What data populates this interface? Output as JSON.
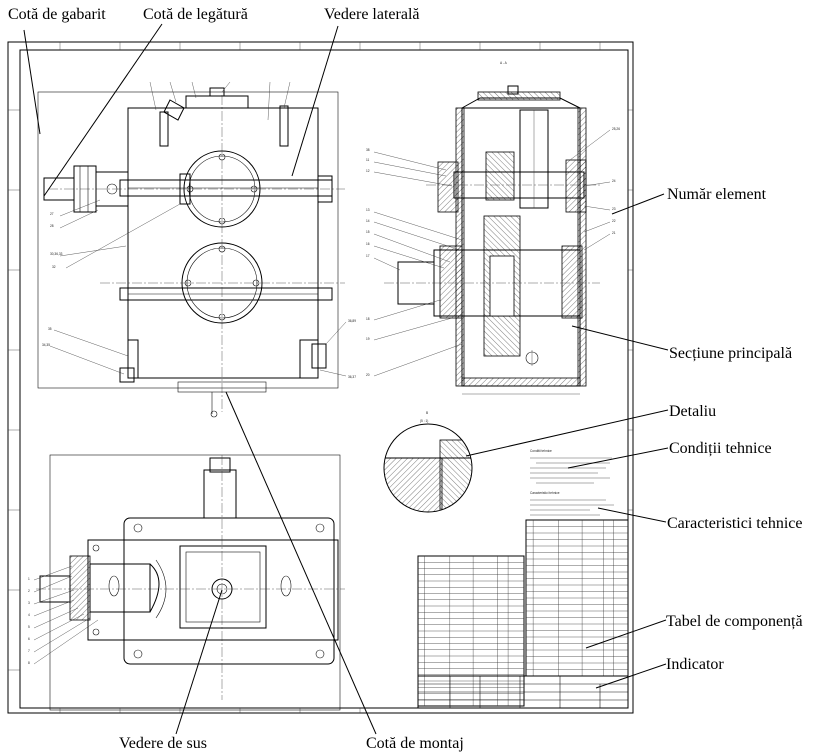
{
  "labels": {
    "cota_gabarit": "Cotă de gabarit",
    "cota_legatura": "Cotă de legătură",
    "vedere_laterala": "Vedere laterală",
    "numar_element": "Număr element",
    "sectiune_principala": "Secțiune principală",
    "detaliu": "Detaliu",
    "conditii_tehnice": "Condiții tehnice",
    "caracteristici_tehnice": "Caracteristici tehnice",
    "tabel_componenta": "Tabel de componență",
    "indicator": "Indicator",
    "vedere_sus": "Vedere de sus",
    "cota_montaj": "Cotă de montaj"
  },
  "drawing": {
    "section_mark": "A - A",
    "detail_mark": "B",
    "detail_scale": "(5 : 1)",
    "conditii_heading": "Conditii tehnice",
    "caracteristici_heading": "Caracteristici tehnice"
  },
  "colors": {
    "ink": "#000000",
    "paper": "#ffffff"
  }
}
